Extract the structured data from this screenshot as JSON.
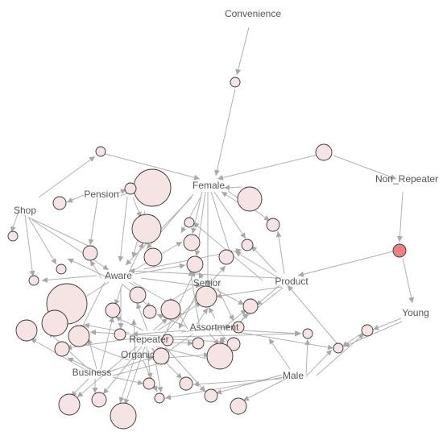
{
  "labels": {
    "convenience": "Convenience",
    "female": "Female",
    "non_repeater": "Non_Repeater",
    "pension": "Pension",
    "shop": "Shop",
    "aware": "Aware",
    "senior": "Senior",
    "product": "Product",
    "young": "Young",
    "assortment": "Assortment",
    "repeater": "Repeater",
    "organic": "Organic",
    "business": "Business",
    "male": "Male"
  },
  "colors": {
    "node_fill": "#f6e3e3",
    "node_highlight": "#f08080",
    "node_stroke": "#333333",
    "edge": "#b0b0b0",
    "label": "#555555"
  }
}
